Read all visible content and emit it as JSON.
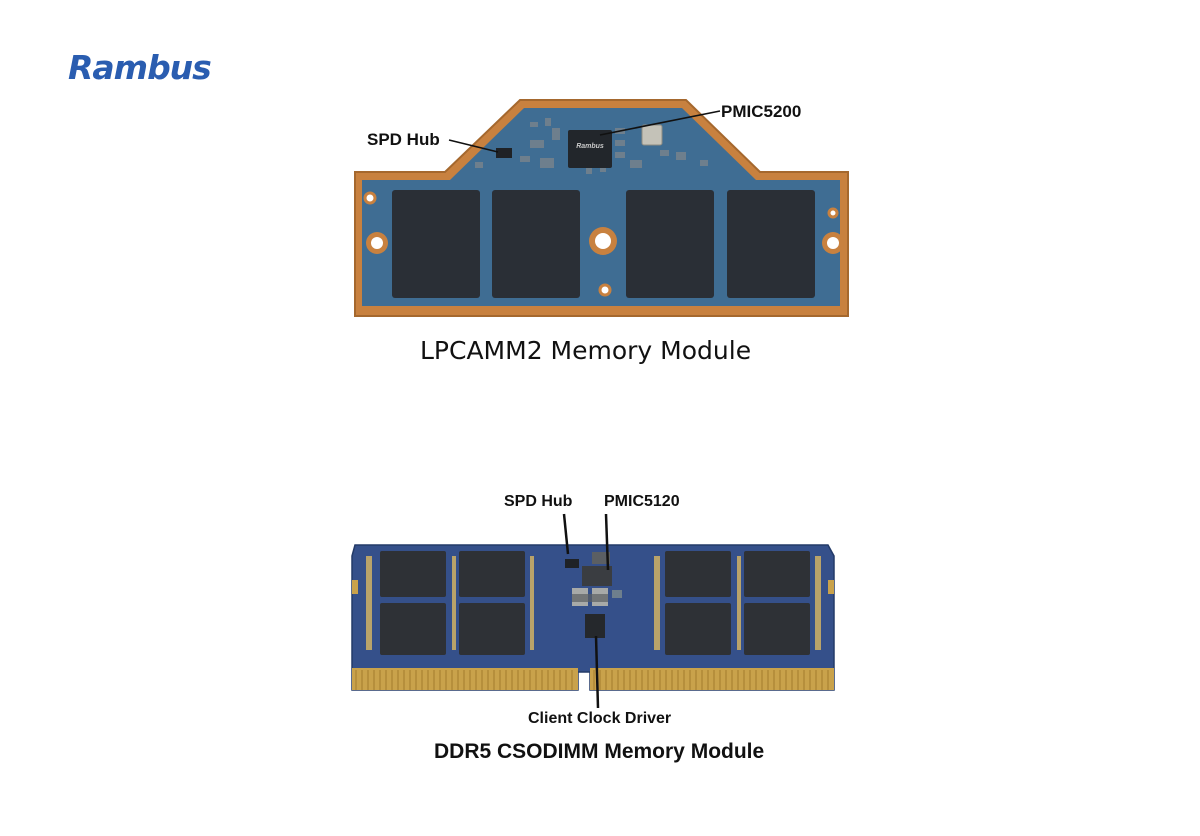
{
  "brand": {
    "logo_text": "Rambus",
    "color": "#2a5db0"
  },
  "colors": {
    "pcb_orange": "#c8813f",
    "pcb_blue": "#3f6d93",
    "dimm_blue": "#35508a",
    "chip": "#2a2f36",
    "gold": "#c9a24b"
  },
  "lpcamm": {
    "caption": "LPCAMM2 Memory Module",
    "labels": {
      "spd_hub": "SPD Hub",
      "pmic": "PMIC5200"
    },
    "chip_marking": "Rambus"
  },
  "csodimm": {
    "caption": "DDR5 CSODIMM Memory Module",
    "labels": {
      "spd_hub": "SPD Hub",
      "pmic": "PMIC5120",
      "clock_driver": "Client Clock Driver"
    }
  }
}
